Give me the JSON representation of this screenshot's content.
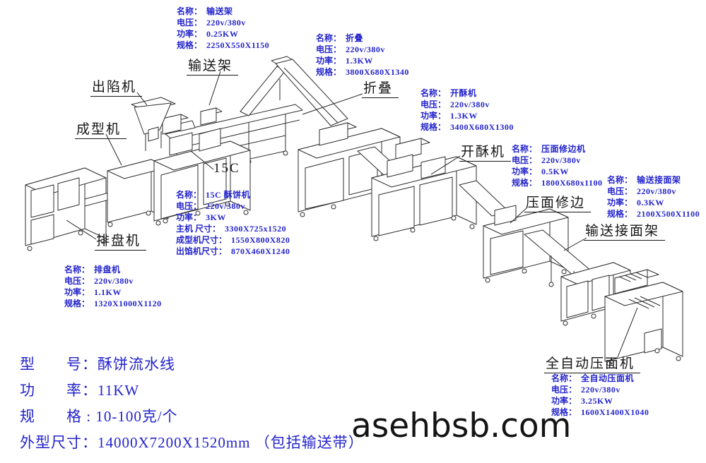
{
  "colors": {
    "spec_text": "#2424cc",
    "ink": "#2e2e2e"
  },
  "watermark": "asehbsb.com",
  "machine_labels": {
    "chuxianji": "出陷机",
    "chengxingji": "成型机",
    "shusongjia": "输送架",
    "c15": "15C",
    "zhedie": "折叠",
    "kaisuji": "开酥机",
    "yamian": "压面修边",
    "jiemian": "输送接面架",
    "paipan": "排盘机",
    "quanzidong": "全自动压面机"
  },
  "specs": {
    "shusongjia": {
      "lines": [
        {
          "k": "名称：",
          "v": "输送架"
        },
        {
          "k": "电压：",
          "v": "220v/380v"
        },
        {
          "k": "功率：",
          "v": "0.25KW"
        },
        {
          "k": "规格：",
          "v": "2250X550X1150"
        }
      ]
    },
    "zhedie": {
      "lines": [
        {
          "k": "名称：",
          "v": "折叠"
        },
        {
          "k": "电压：",
          "v": "220v/380v"
        },
        {
          "k": "功率：",
          "v": "1.3KW"
        },
        {
          "k": "规格：",
          "v": "3800X680X1340"
        }
      ]
    },
    "kaisuji": {
      "lines": [
        {
          "k": "名称：",
          "v": "开酥机"
        },
        {
          "k": "电压：",
          "v": "220v/380v"
        },
        {
          "k": "功率：",
          "v": "1.3KW"
        },
        {
          "k": "规格：",
          "v": "3400X680X1300"
        }
      ]
    },
    "yamian": {
      "lines": [
        {
          "k": "名称：",
          "v": "压面修边机"
        },
        {
          "k": "电压：",
          "v": "220v/380v"
        },
        {
          "k": "功率：",
          "v": "0.5KW"
        },
        {
          "k": "规格：",
          "v": "1800X680x1100"
        }
      ]
    },
    "jiemian": {
      "lines": [
        {
          "k": "名称：",
          "v": "输送接面架"
        },
        {
          "k": "电压：",
          "v": "220v/380v"
        },
        {
          "k": "功率：",
          "v": "0.3KW"
        },
        {
          "k": "规格：",
          "v": "2100X500X1100"
        }
      ]
    },
    "c15": {
      "lines": [
        {
          "k": "名称：",
          "v": "15C 酥饼机"
        },
        {
          "k": "电压：",
          "v": "220v/380v"
        },
        {
          "k": "功率：",
          "v": "3KW"
        },
        {
          "k": "主机 尺寸：",
          "v": "3300X725x1520"
        },
        {
          "k": "成型机尺寸：",
          "v": "1550X800X820"
        },
        {
          "k": "出馅机尺寸：",
          "v": "870X460X1240"
        }
      ]
    },
    "paipan": {
      "lines": [
        {
          "k": "名称：",
          "v": "排盘机"
        },
        {
          "k": "电压：",
          "v": "220v/380v"
        },
        {
          "k": "功率：",
          "v": "1.1KW"
        },
        {
          "k": "规格：",
          "v": "1320X1000X1120"
        }
      ]
    },
    "quanzidong": {
      "lines": [
        {
          "k": "名称：",
          "v": "全自动压面机"
        },
        {
          "k": "电压：",
          "v": "220v/380v"
        },
        {
          "k": "功率：",
          "v": "3.25KW"
        },
        {
          "k": "规格：",
          "v": "1600X1400X1040"
        }
      ]
    }
  },
  "footer": {
    "lines": [
      "型　　号：酥饼流水线",
      "功　　率：11KW",
      "规　　格 : 10-100克/个",
      "外型尺寸：14000X7200X1520mm （包括输送带）"
    ]
  }
}
